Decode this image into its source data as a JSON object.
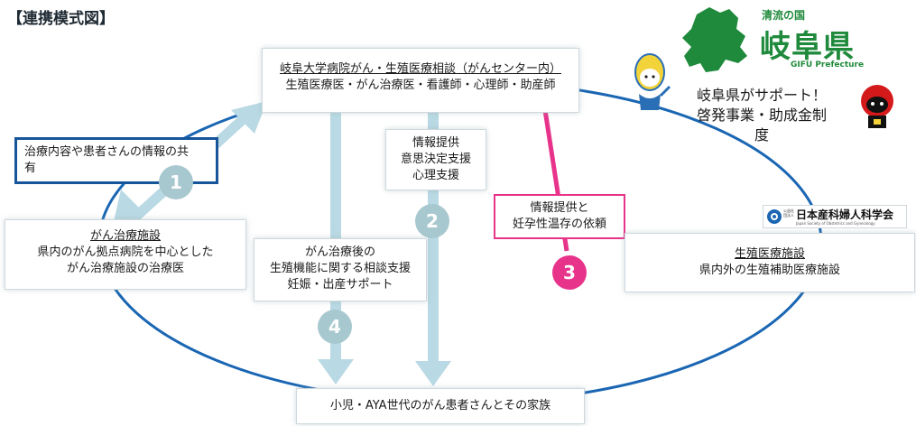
{
  "title": "【連携模式図】",
  "center_box": {
    "line1": "岐阜大学病院がん・生殖医療相談（がんセンター内）",
    "line2": "生殖医療医・がん治療医・看護師・心理師・助産師"
  },
  "left_box": {
    "title": "がん治療施設",
    "line1": "県内のがん拠点病院を中心とした",
    "line2": "がん治療施設の治療医"
  },
  "right_box": {
    "title": "生殖医療施設",
    "line1": "県内外の生殖補助医療施設"
  },
  "bottom_box": {
    "text": "小児・AYA世代のがん患者さんとその家族"
  },
  "share_box": {
    "line1": "治療内容や患者さんの情報の共",
    "line2": "有"
  },
  "info_box": {
    "line1": "情報提供",
    "line2": "意思決定支援",
    "line3": "心理支援"
  },
  "consult_box": {
    "line1": "がん治療後の",
    "line2": "生殖機能に関する相談支援",
    "line3": "妊娠・出産サポート"
  },
  "fertility_box": {
    "line1": "情報提供と",
    "line2": "妊孕性温存の依頼"
  },
  "numbers": {
    "n1": "1",
    "n2": "2",
    "n3": "3",
    "n4": "4"
  },
  "gifu": {
    "small": "清流の国",
    "big": "岐阜県",
    "en": "GIFU Prefecture",
    "support1": "岐阜県がサポート！",
    "support2": "啓発事業・助成金制",
    "support3": "度"
  },
  "jsog": {
    "label": "日本産科婦人科学会",
    "small1": "公益社団法人",
    "small2": "Japan Society of Obstetrics and Gynecology"
  },
  "colors": {
    "arrow": "#b9d9e4",
    "navy": "#17559a",
    "magenta": "#e8338b",
    "circle": "#a8c8cf",
    "green": "#1f8a3b",
    "loop": "#1a66b3"
  }
}
